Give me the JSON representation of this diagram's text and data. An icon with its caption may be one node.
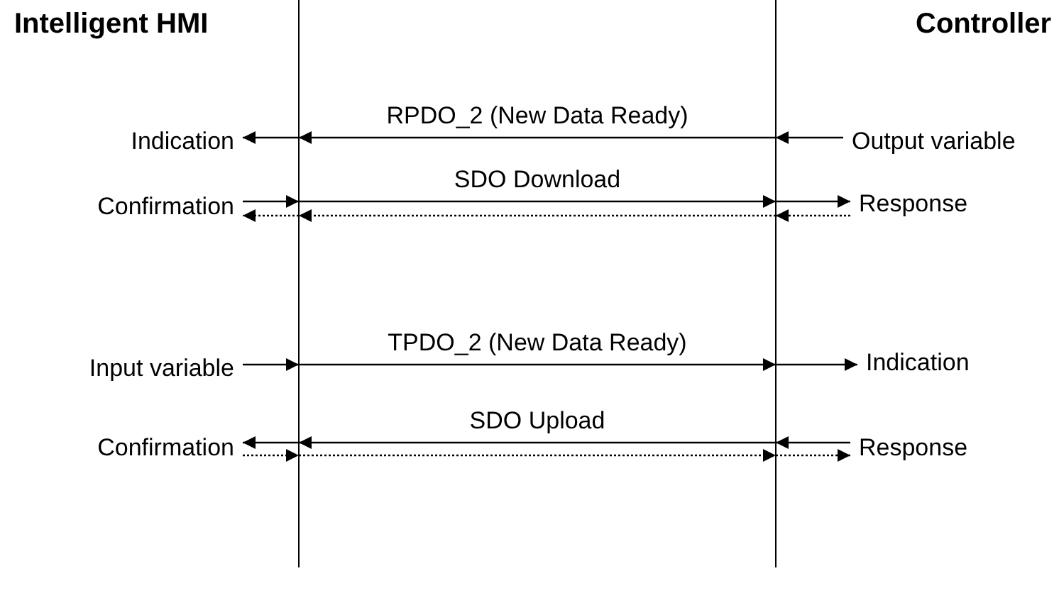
{
  "diagram": {
    "nodes": [
      {
        "text": [
          "Intelligent HMI"
        ]
      },
      {
        "text": [
          "Controller"
        ]
      },
      {
        "text": [
          "Indication"
        ]
      },
      {
        "text": [
          "Output variable"
        ]
      },
      {
        "text": [
          "Confirmation"
        ]
      },
      {
        "text": [
          "Response"
        ]
      },
      {
        "text": [
          "Input variable"
        ]
      },
      {
        "text": [
          "Indication"
        ]
      },
      {
        "text": [
          "Confirmation"
        ]
      },
      {
        "text": [
          "Response"
        ]
      }
    ],
    "edges": [
      {
        "from": 3,
        "to": 1,
        "arrow": "to"
      },
      {
        "from": 1,
        "to": 0,
        "arrow": "to",
        "label": "RPDO_2 (New Data Ready)"
      },
      {
        "from": 0,
        "to": 2,
        "arrow": "to"
      },
      {
        "from": 4,
        "to": 0,
        "arrow": "to"
      },
      {
        "from": 0,
        "to": 1,
        "arrow": "to",
        "label": "SDO Download"
      },
      {
        "from": 1,
        "to": 5,
        "arrow": "to"
      },
      {
        "from": 5,
        "to": 1,
        "arrow": "to",
        "style": "dashed"
      },
      {
        "from": 1,
        "to": 0,
        "arrow": "to",
        "style": "dashed"
      },
      {
        "from": 0,
        "to": 4,
        "arrow": "to",
        "style": "dashed"
      },
      {
        "from": 6,
        "to": 0,
        "arrow": "to"
      },
      {
        "from": 0,
        "to": 1,
        "arrow": "to",
        "label": "TPDO_2 (New Data Ready)"
      },
      {
        "from": 1,
        "to": 7,
        "arrow": "to"
      },
      {
        "from": 9,
        "to": 1,
        "arrow": "to"
      },
      {
        "from": 1,
        "to": 0,
        "arrow": "to",
        "label": "SDO Upload"
      },
      {
        "from": 0,
        "to": 8,
        "arrow": "to"
      },
      {
        "from": 8,
        "to": 0,
        "arrow": "to",
        "style": "dashed"
      },
      {
        "from": 0,
        "to": 1,
        "arrow": "to",
        "style": "dashed"
      },
      {
        "from": 1,
        "to": 9,
        "arrow": "to",
        "style": "dashed"
      }
    ]
  }
}
